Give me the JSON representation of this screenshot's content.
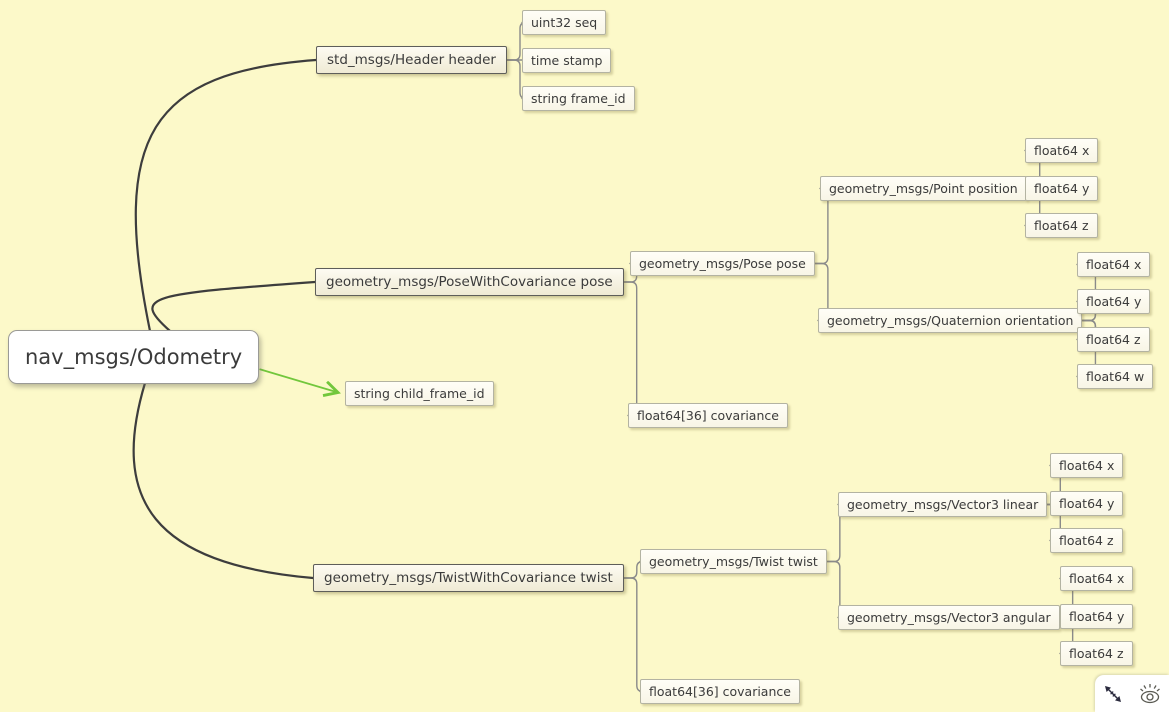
{
  "app": {
    "background_color": "#fcf9c9",
    "edge_colors": {
      "root_curve": "#3d3d3d",
      "bracket": "#8a8a8a",
      "arrow_green": "#72c73c"
    },
    "text_color": "#3b3b3b"
  },
  "diagram": {
    "root": {
      "id": "root",
      "label": "nav_msgs/Odometry",
      "children": [
        {
          "id": "header",
          "label": "std_msgs/Header header",
          "edge": "curve",
          "children": [
            {
              "id": "seq",
              "label": "uint32 seq"
            },
            {
              "id": "stamp",
              "label": "time stamp"
            },
            {
              "id": "frame_id",
              "label": "string frame_id"
            }
          ]
        },
        {
          "id": "pose",
          "label": "geometry_msgs/PoseWithCovariance pose",
          "edge": "curve",
          "children": [
            {
              "id": "pose_pose",
              "label": "geometry_msgs/Pose pose",
              "children": [
                {
                  "id": "position",
                  "label": "geometry_msgs/Point position",
                  "children": [
                    {
                      "id": "px",
                      "label": "float64 x"
                    },
                    {
                      "id": "py",
                      "label": "float64 y"
                    },
                    {
                      "id": "pz",
                      "label": "float64 z"
                    }
                  ]
                },
                {
                  "id": "orientation",
                  "label": "geometry_msgs/Quaternion orientation",
                  "children": [
                    {
                      "id": "qx",
                      "label": "float64 x"
                    },
                    {
                      "id": "qy",
                      "label": "float64 y"
                    },
                    {
                      "id": "qz",
                      "label": "float64 z"
                    },
                    {
                      "id": "qw",
                      "label": "float64 w"
                    }
                  ]
                }
              ]
            },
            {
              "id": "pose_cov",
              "label": "float64[36] covariance"
            }
          ]
        },
        {
          "id": "child_frame",
          "label": "string child_frame_id",
          "edge": "arrow"
        },
        {
          "id": "twist",
          "label": "geometry_msgs/TwistWithCovariance twist",
          "edge": "curve",
          "children": [
            {
              "id": "twist_twist",
              "label": "geometry_msgs/Twist twist",
              "children": [
                {
                  "id": "linear",
                  "label": "geometry_msgs/Vector3 linear",
                  "children": [
                    {
                      "id": "lx",
                      "label": "float64 x"
                    },
                    {
                      "id": "ly",
                      "label": "float64 y"
                    },
                    {
                      "id": "lz",
                      "label": "float64 z"
                    }
                  ]
                },
                {
                  "id": "angular",
                  "label": "geometry_msgs/Vector3 angular",
                  "children": [
                    {
                      "id": "ax",
                      "label": "float64 x"
                    },
                    {
                      "id": "ay",
                      "label": "float64 y"
                    },
                    {
                      "id": "az",
                      "label": "float64 z"
                    }
                  ]
                }
              ]
            },
            {
              "id": "twist_cov",
              "label": "float64[36] covariance"
            }
          ]
        }
      ]
    }
  },
  "controls": {
    "buttons": [
      {
        "icon": "resize-diagonal-icon"
      },
      {
        "icon": "eye-icon"
      }
    ]
  }
}
